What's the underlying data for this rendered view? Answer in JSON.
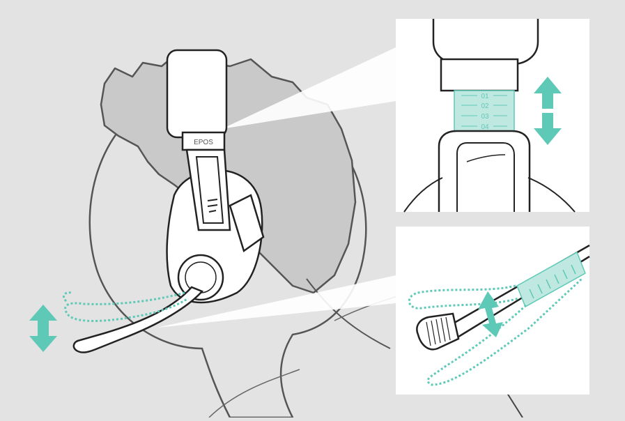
{
  "headset": {
    "brand_label": "EPOS"
  },
  "detail_band": {
    "scale_marks": [
      "01",
      "02",
      "03",
      "04"
    ]
  },
  "colors": {
    "background": "#e3e3e3",
    "accent": "#5fc9b8",
    "accent_fill": "#bfe9e0",
    "line": "#2a2a2a",
    "hair_fill": "#c9c9c9",
    "inset_bg": "#ffffff"
  },
  "icons": {
    "band_adjust": "vertical-double-arrow-icon",
    "mic_adjust": "vertical-double-arrow-icon",
    "boom_rotate": "double-arrow-icon"
  }
}
